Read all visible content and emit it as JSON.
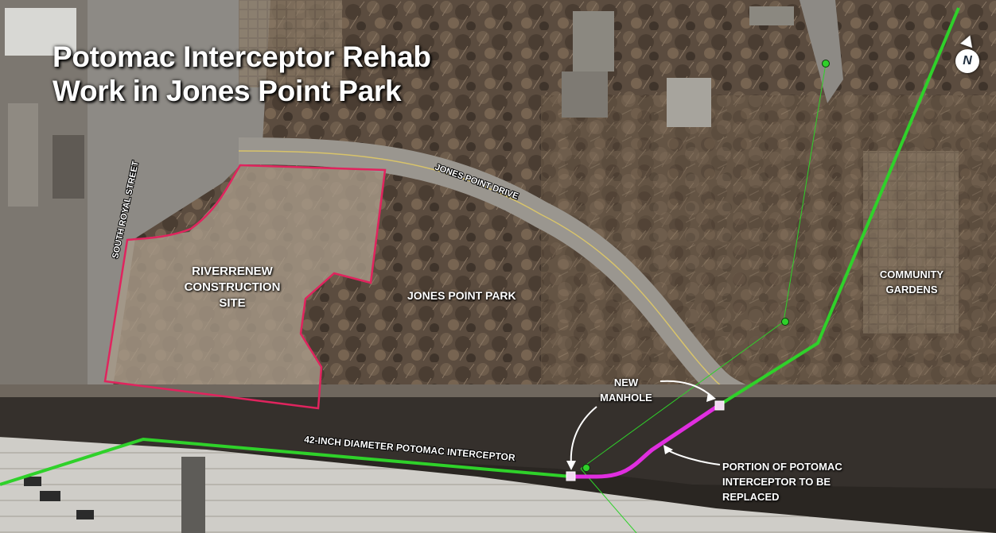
{
  "title": {
    "line1": "Potomac Interceptor Rehab",
    "line2": "Work in Jones Point Park"
  },
  "labels": {
    "south_royal_street": "SOUTH ROYAL STREET",
    "jones_point_drive": "JONES POINT DRIVE",
    "construction_site": [
      "RIVERRENEW",
      "CONSTRUCTION",
      "SITE"
    ],
    "jones_point_park": "JONES POINT PARK",
    "community_gardens": [
      "COMMUNITY",
      "GARDENS"
    ],
    "new_manhole": [
      "NEW",
      "MANHOLE"
    ],
    "interceptor": "42-INCH DIAMETER POTOMAC INTERCEPTOR",
    "replaced_portion": [
      "PORTION OF POTOMAC",
      "INTERCEPTOR TO BE",
      "REPLACED"
    ]
  },
  "compass": {
    "letter": "N",
    "icon": "north-arrow-icon"
  },
  "colors": {
    "interceptor_line": "#2fd12a",
    "replaced_segment": "#e02ee0",
    "construction_boundary": "#e0245e",
    "manhole_marker": "#f2d8f2",
    "label_text": "#ffffff"
  }
}
